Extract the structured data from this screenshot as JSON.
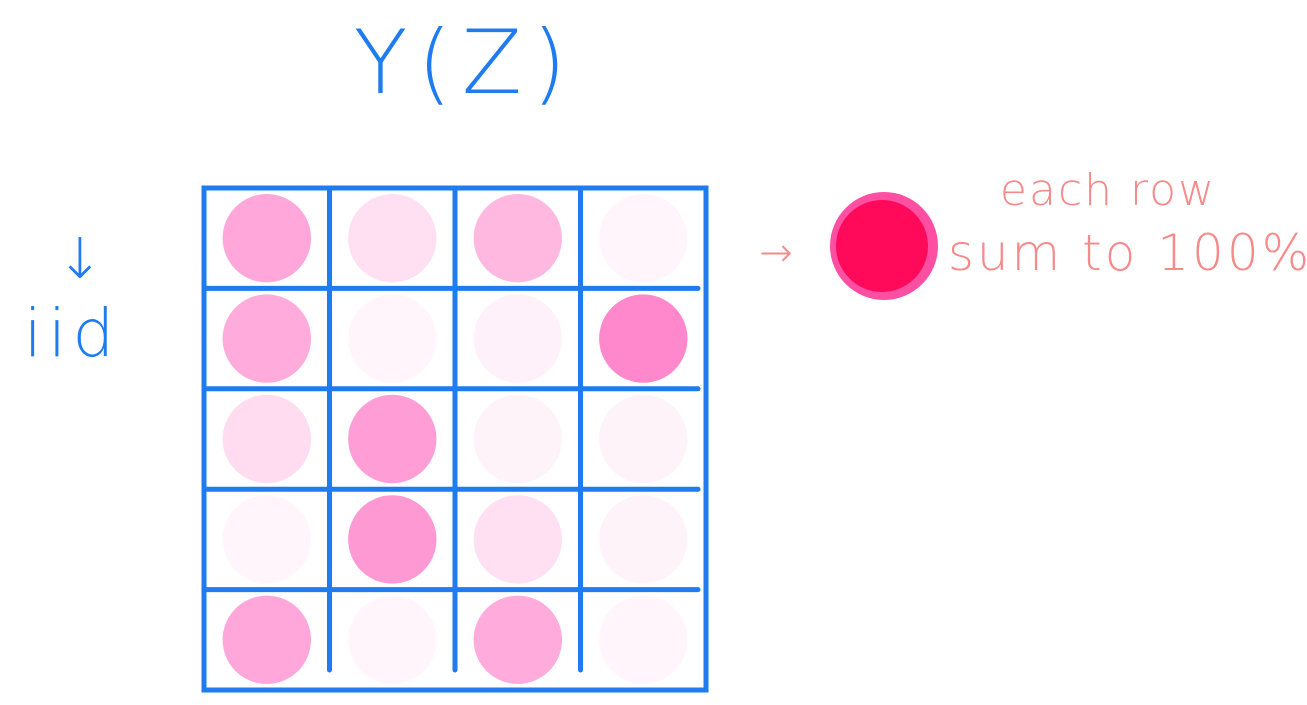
{
  "title": "Y(Z)",
  "row_axis": {
    "arrow": "↓",
    "label": "iid"
  },
  "annotation": {
    "arrow": "→",
    "line1": "each row",
    "line2": "sum to 100%"
  },
  "colors": {
    "ink": "#1e7bf0",
    "note": "#f58a8a",
    "dot": "#ff0a5a",
    "dot_ring": "#ff4fa3",
    "cell": "#ff4fb5"
  },
  "matrix": {
    "rows": 5,
    "cols": 4,
    "opacity": [
      [
        0.5,
        0.18,
        0.4,
        0.06
      ],
      [
        0.48,
        0.06,
        0.08,
        0.68
      ],
      [
        0.2,
        0.55,
        0.07,
        0.07
      ],
      [
        0.06,
        0.58,
        0.18,
        0.07
      ],
      [
        0.5,
        0.06,
        0.48,
        0.06
      ]
    ]
  }
}
